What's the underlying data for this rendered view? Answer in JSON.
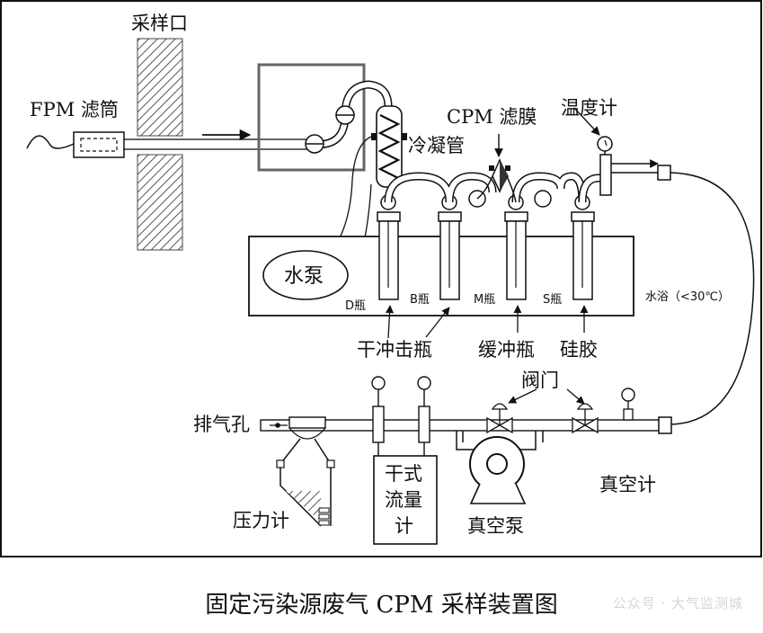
{
  "diagram": {
    "labels": {
      "sampling_port": "采样口",
      "fpm_filter": "FPM 滤筒",
      "cpm_membrane": "CPM 滤膜",
      "thermometer": "温度计",
      "condenser": "冷凝管",
      "water_pump": "水泵",
      "d_bottle": "D瓶",
      "b_bottle": "B瓶",
      "m_bottle": "M瓶",
      "s_bottle": "S瓶",
      "water_bath": "水浴（<30℃）",
      "dry_impinger": "干冲击瓶",
      "buffer_bottle": "缓冲瓶",
      "silica_gel": "硅胶",
      "valve": "阀门",
      "exhaust": "排气孔",
      "dry_flow_meter_line1": "干式",
      "dry_flow_meter_line2": "流量",
      "dry_flow_meter_line3": "计",
      "vacuum_gauge": "真空计",
      "pressure_gauge": "压力计",
      "vacuum_pump": "真空泵"
    }
  },
  "caption": "固定污染源废气 CPM 采样装置图",
  "watermark": "公众号 · 大气监测城"
}
